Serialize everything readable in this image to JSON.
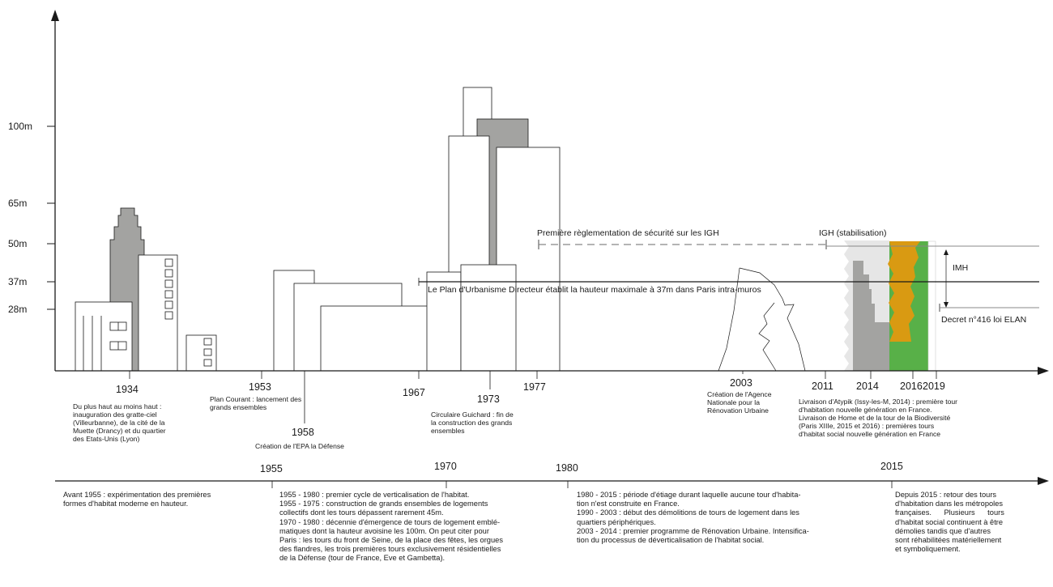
{
  "y_axis": {
    "ticks": [
      "100m",
      "65m",
      "50m",
      "37m",
      "28m"
    ]
  },
  "years_top": {
    "y1934": "1934",
    "y1953": "1953",
    "y1958": "1958",
    "y1967": "1967",
    "y1973": "1973",
    "y1977": "1977",
    "y2003": "2003",
    "y2011": "2011",
    "y2014": "2014",
    "y2016": "2016",
    "y2019": "2019"
  },
  "annotations": {
    "a1934": [
      "Du plus haut au moins haut :",
      "inauguration des gratte-ciel",
      "(Villeurbanne), de la cité de la",
      "Muette (Drancy) et du quartier",
      "des Etats-Unis (Lyon)"
    ],
    "a1953": [
      "Plan Courant : lancement des",
      "grands ensembles"
    ],
    "a1958": [
      "Création de l'EPA la Défense"
    ],
    "a1973": [
      "Circulaire Guichard :  fin de",
      "la construction des grands",
      "ensembles"
    ],
    "a2003": [
      "Création de l'Agence",
      "Nationale pour la",
      "Rénovation Urbaine"
    ],
    "a2014": [
      "Livraison d'Atypik (Issy-les-M, 2014) : première tour",
      "d'habitation nouvelle génération en France.",
      "Livraison de Home et de la tour de la Biodiversité",
      "(Paris XIIIe, 2015 et 2016) : premières tours",
      "d'habitat social nouvelle génération en France"
    ]
  },
  "regulations": {
    "igh_first": "Première règlementation de sécurité sur les IGH",
    "igh_stab": "IGH (stabilisation)",
    "pud": "Le Plan d'Urbanisme Directeur établit la hauteur maximale à 37m dans Paris intra-muros",
    "imh": "IMH",
    "elan": "Decret n°416 loi ELAN"
  },
  "colors": {
    "grey": "#a3a3a1",
    "light_grey": "#e6e6e6",
    "gold": "#d99a12",
    "green": "#58b048",
    "line": "#1a1a1a"
  },
  "periods_axis": {
    "p1955": "1955",
    "p1970": "1970",
    "p1980": "1980",
    "p2015": "2015"
  },
  "periods": {
    "p1": [
      "Avant 1955 : expérimentation des premières",
      "formes d'habitat moderne en hauteur."
    ],
    "p2": [
      "1955 - 1980 : premier cycle de verticalisation de l'habitat.",
      "1955 - 1975 : construction de grands ensembles de logements",
      "collectifs dont les tours dépassent rarement 45m.",
      "1970 - 1980 : décennie d'émergence de tours de logement emblé-",
      "matiques dont la hauteur avoisine les 100m. On peut citer pour",
      "Paris : les tours du front de Seine, de la place des fêtes, les orgues",
      "des flandres, les trois premières tours exclusivement résidentielles",
      "de la Défense (tour de France, Eve et Gambetta)."
    ],
    "p3": [
      "1980 - 2015 : période d'étiage durant laquelle aucune tour d'habita-",
      "tion n'est construite en France.",
      "1990 - 2003 : début des démolitions de tours de logement dans les",
      "quartiers périphériques.",
      "2003 - 2014 : premier programme de Rénovation Urbaine. Intensifica-",
      "tion du processus de déverticalisation de l'habitat social."
    ],
    "p4": [
      "Depuis 2015 : retour des tours",
      "d'habitation dans les métropoles",
      "françaises.      Plusieurs      tours",
      "d'habitat social continuent à être",
      "démolies tandis que d'autres",
      "sont réhabilitées matériellement",
      "et symboliquement."
    ]
  }
}
